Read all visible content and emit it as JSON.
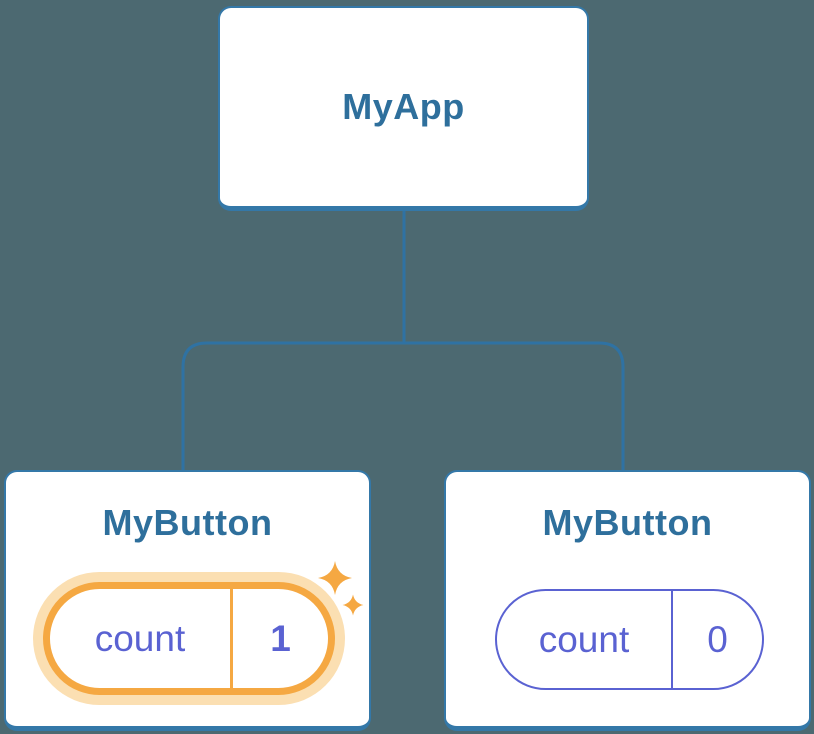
{
  "tree": {
    "root": {
      "label": "MyApp"
    },
    "children": [
      {
        "label": "MyButton",
        "state": {
          "name": "count",
          "value": "1"
        },
        "highlighted": true
      },
      {
        "label": "MyButton",
        "state": {
          "name": "count",
          "value": "0"
        },
        "highlighted": false
      }
    ]
  },
  "icons": {
    "highlight": "sparkle-icon"
  },
  "theme": {
    "colors": {
      "bg": "#4C6971",
      "card-bg": "#FFFFFF",
      "card-border": "#3478A8",
      "node-text": "#2E6F9C",
      "connector": "#2F72A3",
      "state-purple": "#5A62D2",
      "highlight-orange": "#F5A842",
      "highlight-glow": "#FBDFB2"
    }
  }
}
